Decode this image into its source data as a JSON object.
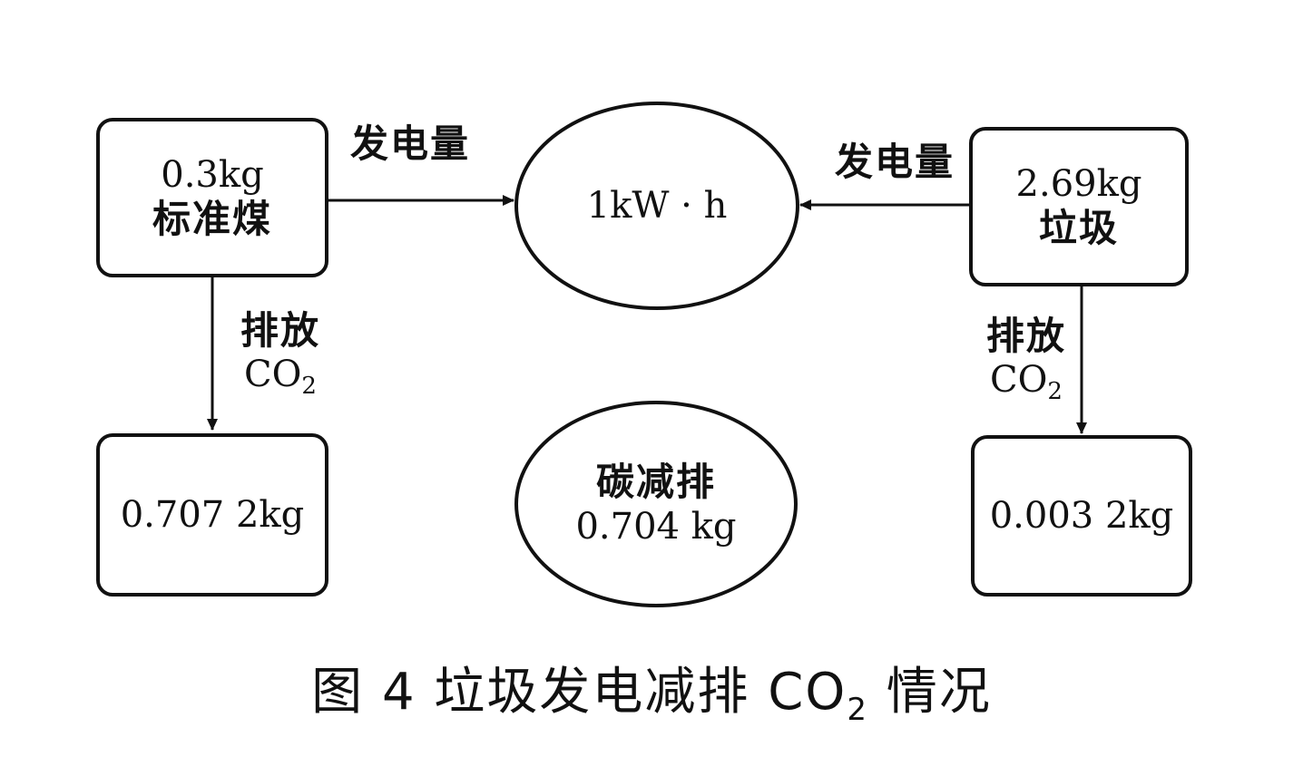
{
  "coal": {
    "amount": "0.3kg",
    "name": "标准煤",
    "emission": "0.707 2kg"
  },
  "garbage": {
    "amount": "2.69kg",
    "name": "垃圾",
    "emission": "0.003 2kg"
  },
  "power": {
    "value": "1kW · h"
  },
  "reduction": {
    "label": "碳减排",
    "value": "0.704 kg"
  },
  "labels": {
    "generate": "发电量",
    "emit": "排放",
    "co2_main": "CO",
    "co2_sub": "2"
  },
  "caption": {
    "prefix": "图 4  垃圾发电减排 CO",
    "sub": "2",
    "suffix": "情况"
  }
}
